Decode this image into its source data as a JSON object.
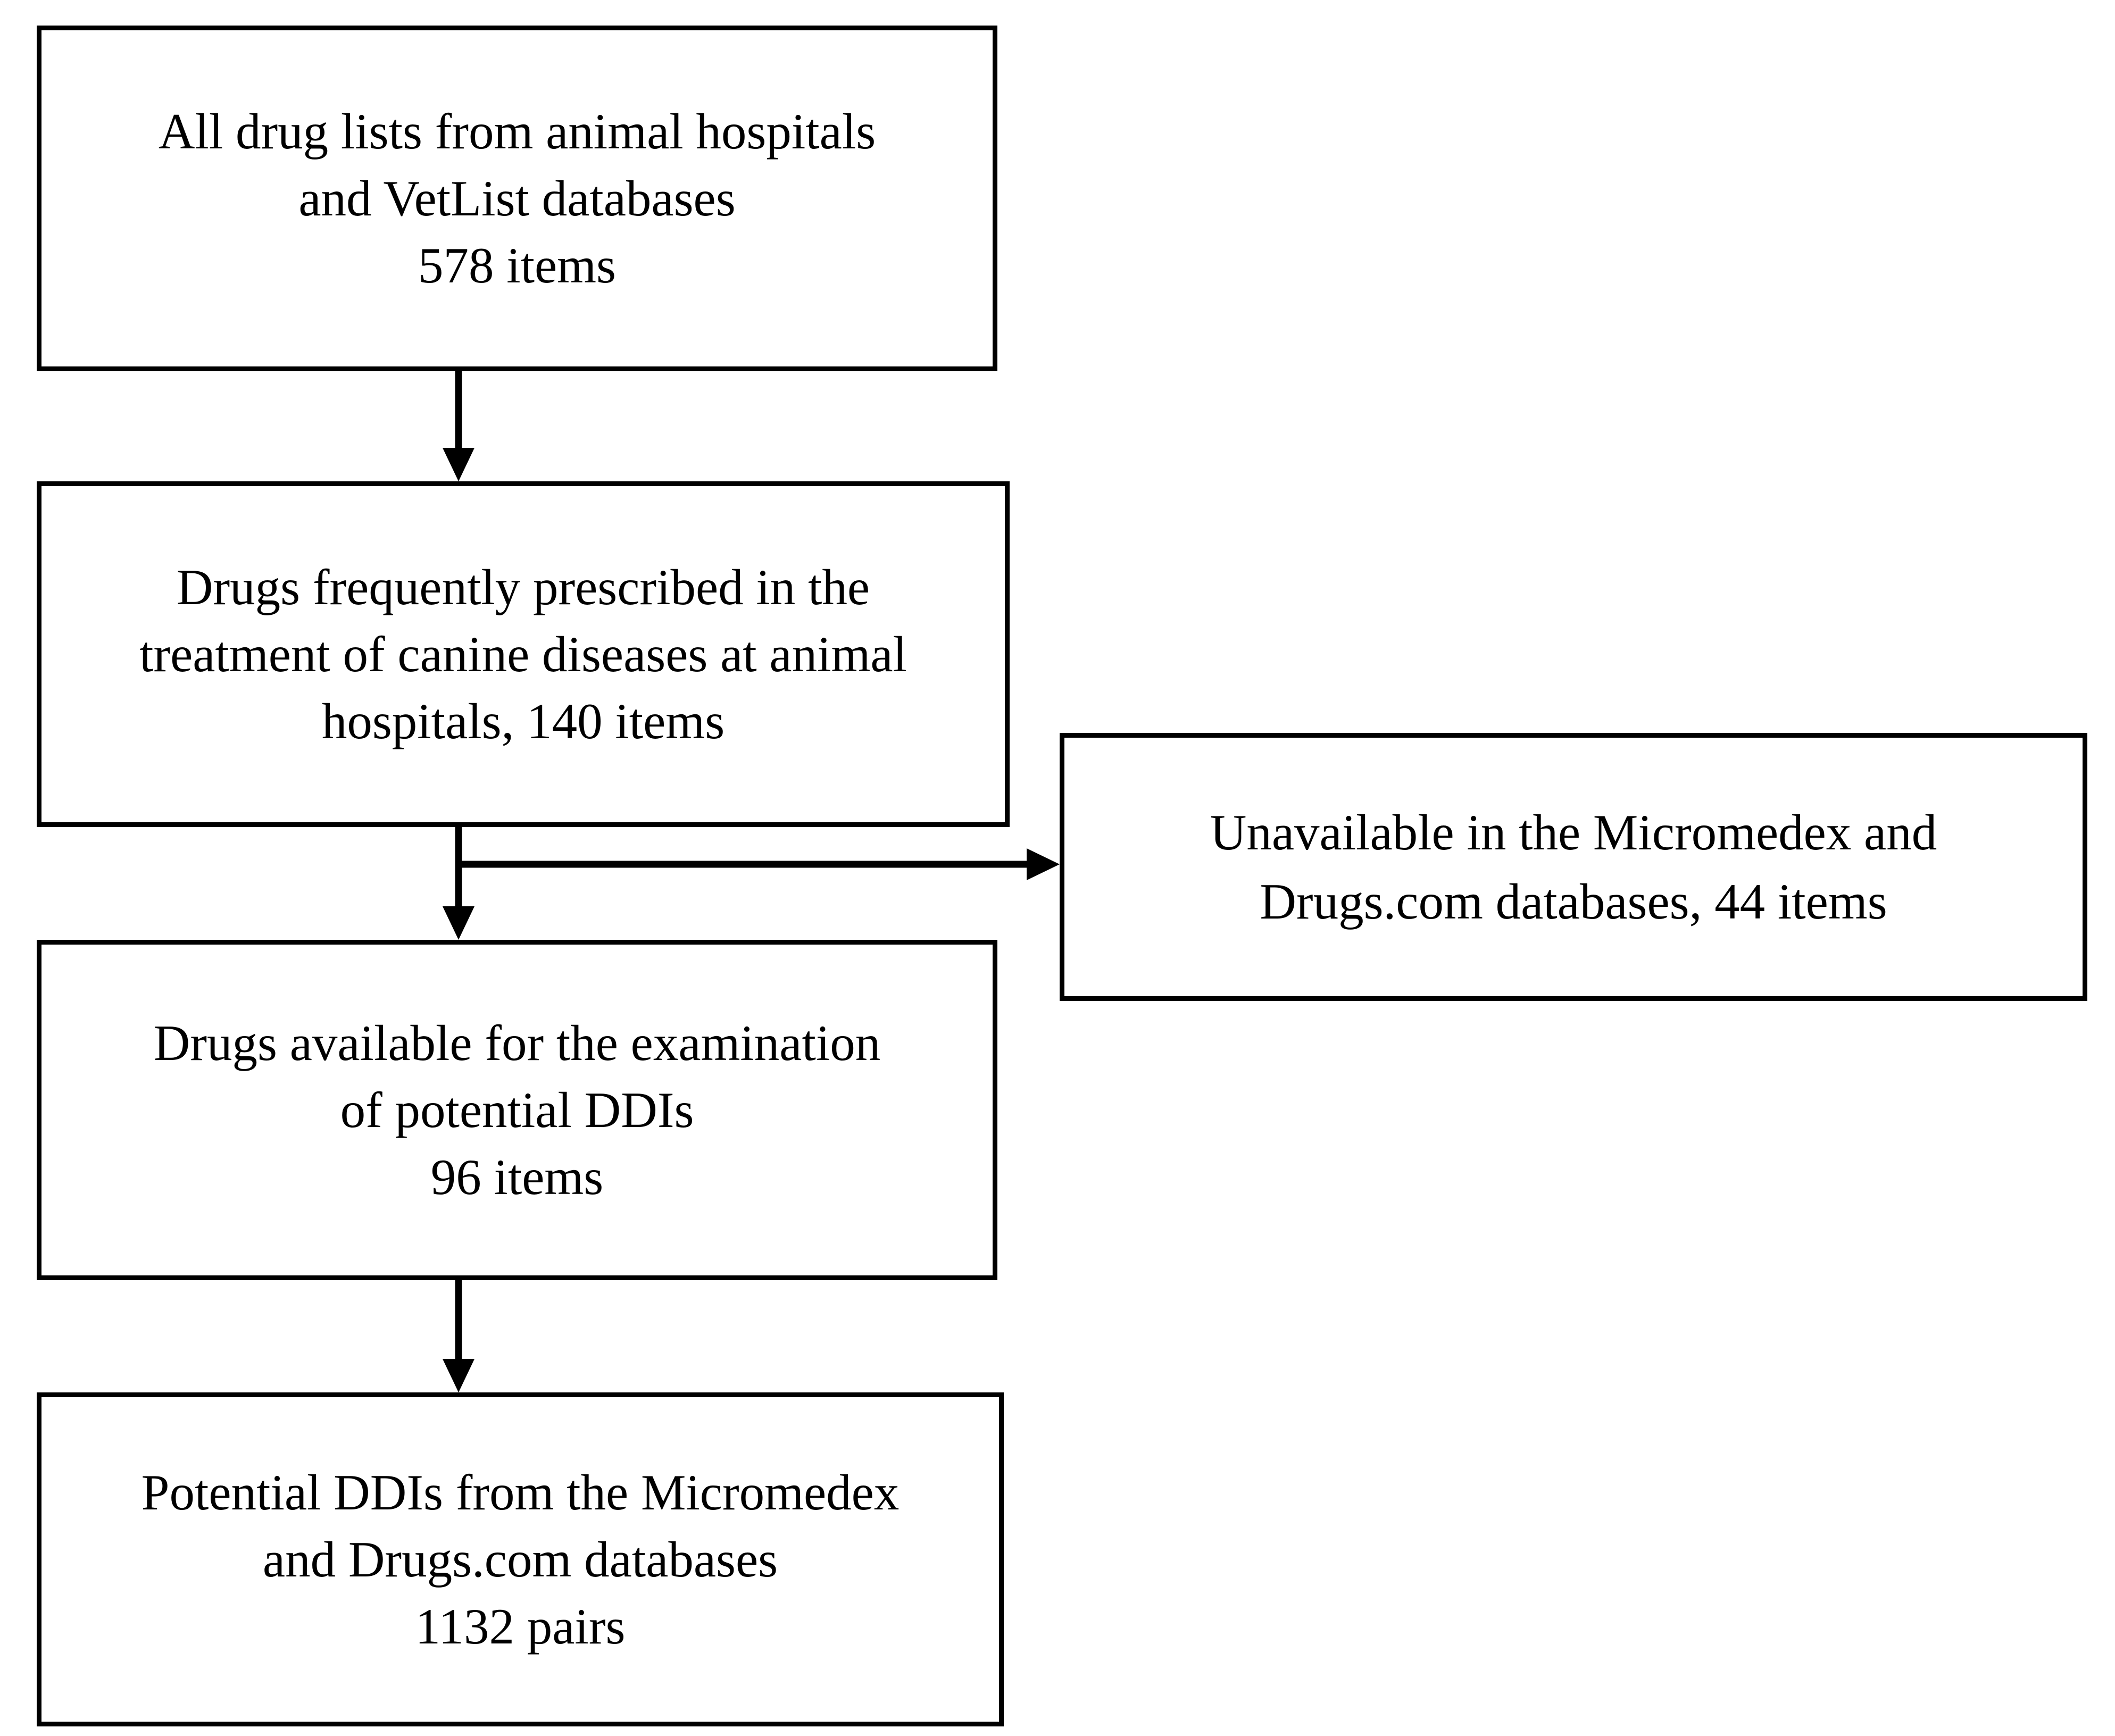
{
  "diagram": {
    "boxes": [
      {
        "id": "all-drug-lists",
        "lines": [
          "All drug lists from animal hospitals",
          "and VetList databases",
          "578 items"
        ]
      },
      {
        "id": "frequently-prescribed",
        "lines": [
          "Drugs frequently prescribed in the",
          "treatment of canine diseases at animal",
          "hospitals, 140 items"
        ]
      },
      {
        "id": "available-for-examination",
        "lines": [
          "Drugs available for the examination",
          "of potential DDIs",
          "96 items"
        ]
      },
      {
        "id": "potential-ddis",
        "lines": [
          "Potential DDIs from the Micromedex",
          "and Drugs.com databases",
          "1132 pairs"
        ]
      },
      {
        "id": "unavailable",
        "lines": [
          "Unavailable in the Micromedex and",
          "Drugs.com databases, 44 items"
        ]
      }
    ],
    "edges": [
      {
        "from": "all-drug-lists",
        "to": "frequently-prescribed"
      },
      {
        "from": "frequently-prescribed",
        "to": "available-for-examination"
      },
      {
        "from": "frequently-prescribed",
        "to": "unavailable"
      },
      {
        "from": "available-for-examination",
        "to": "potential-ddis"
      }
    ]
  }
}
